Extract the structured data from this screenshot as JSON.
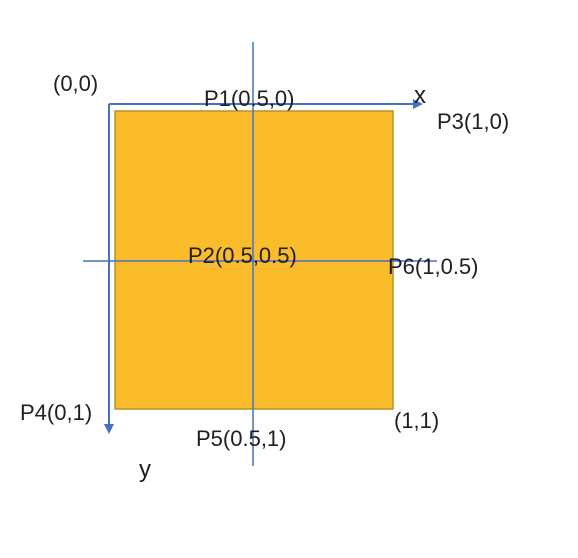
{
  "colors": {
    "square_fill": "#FBBC2C",
    "square_stroke": "#B8912A",
    "axis_line": "#4472C4",
    "text": "#1F1F1F",
    "background": "#FFFFFF"
  },
  "axes": {
    "x_label": "x",
    "y_label": "y"
  },
  "corner_labels": {
    "origin": "(0,0)",
    "bottom_right": "(1,1)"
  },
  "points": {
    "p1": "P1(0.5,0)",
    "p2": "P2(0.5,0.5)",
    "p3": "P3(1,0)",
    "p4": "P4(0,1)",
    "p5": "P5(0.5,1)",
    "p6": "P6(1,0.5)"
  }
}
